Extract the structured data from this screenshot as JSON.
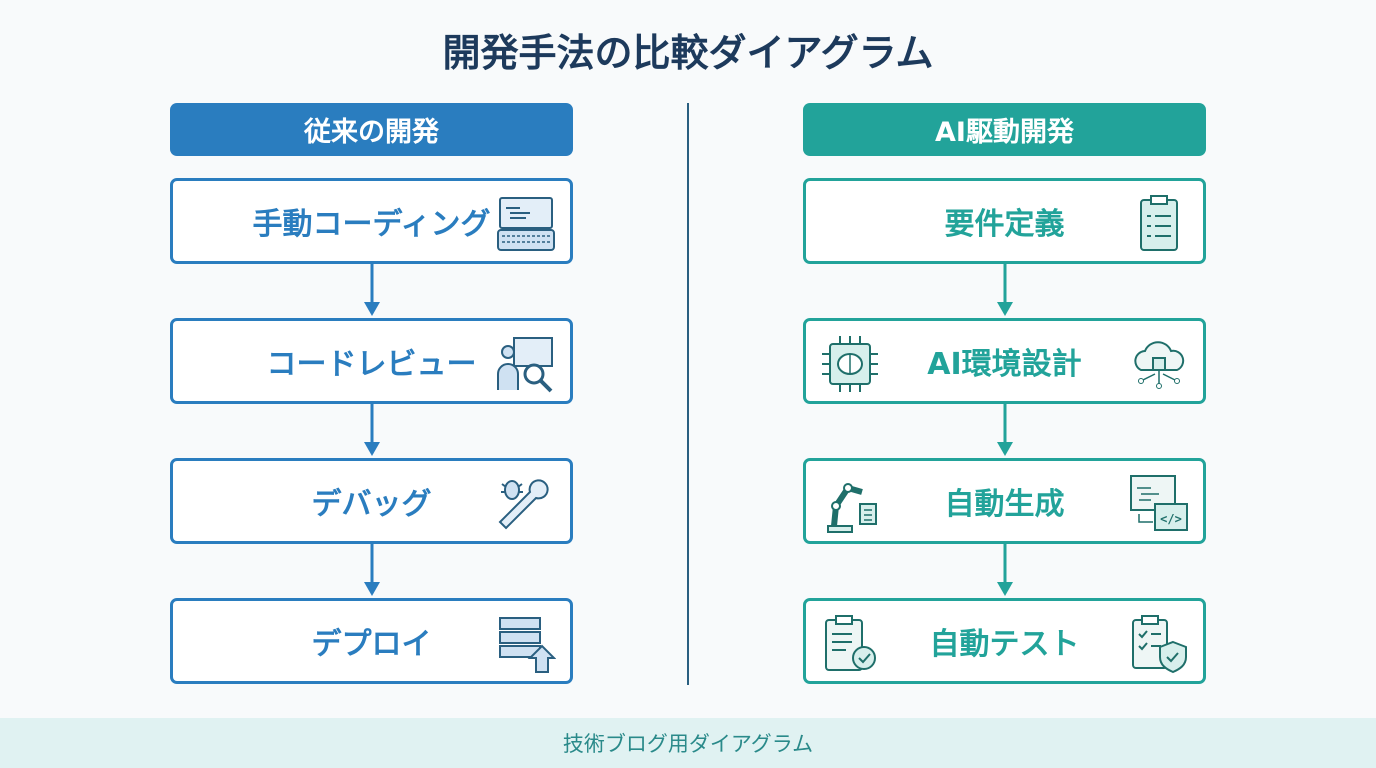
{
  "title": "開発手法の比較ダイアグラム",
  "left": {
    "header": "従来の開発",
    "steps": [
      "手動コーディング",
      "コードレビュー",
      "デバッグ",
      "デプロイ"
    ],
    "color": "#2a7dbf"
  },
  "right": {
    "header": "AI駆動開発",
    "steps": [
      "要件定義",
      "AI環境設計",
      "自動生成",
      "自動テスト"
    ],
    "color": "#22a39a"
  },
  "footer": "技術ブログ用ダイアグラム"
}
